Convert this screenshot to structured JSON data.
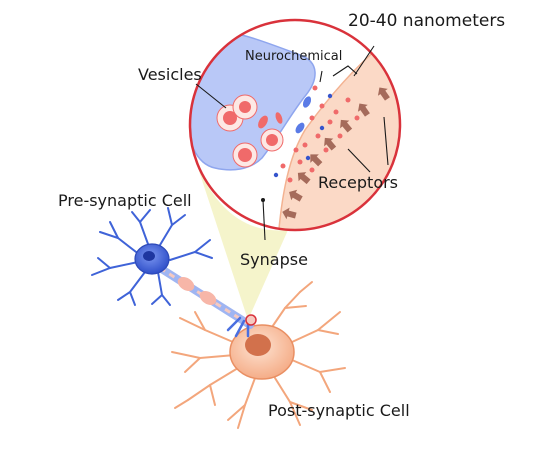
{
  "labels": {
    "distance": "20-40 nanometers",
    "neurochemical": "Neurochemical",
    "vesicles": "Vesicles",
    "presynaptic": "Pre-synaptic Cell",
    "receptors": "Receptors",
    "synapse": "Synapse",
    "postsynaptic": "Post-synaptic Cell"
  },
  "colors": {
    "presynaptic_cell": "#4a6fe0",
    "presynaptic_terminal": "#b9c8f7",
    "postsynaptic_cell": "#f6b592",
    "postsynaptic_membrane": "#fbd9c6",
    "magnifier_ring": "#d9323b",
    "zoom_cone": "#f4f3c8",
    "vesicle": "#f06a6a",
    "receptor": "#a56b5b"
  }
}
